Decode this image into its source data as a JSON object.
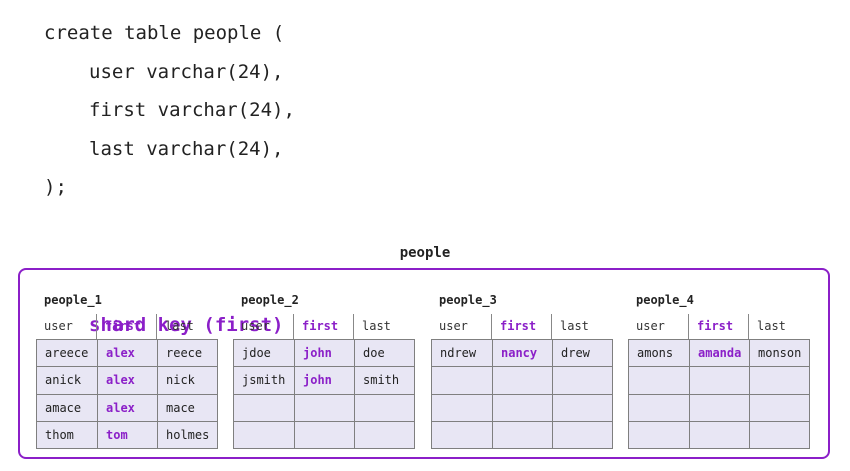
{
  "code": {
    "lines": [
      "create table people (",
      "user varchar(24),",
      "first varchar(24),",
      "last varchar(24),",
      "shard key (first)",
      ");"
    ]
  },
  "table_title": "people",
  "columns": [
    "user",
    "first",
    "last"
  ],
  "shards": [
    {
      "name": "people_1",
      "rows": [
        [
          "areece",
          "alex",
          "reece"
        ],
        [
          "anick",
          "alex",
          "nick"
        ],
        [
          "amace",
          "alex",
          "mace"
        ],
        [
          "thom",
          "tom",
          "holmes"
        ]
      ]
    },
    {
      "name": "people_2",
      "rows": [
        [
          "jdoe",
          "john",
          "doe"
        ],
        [
          "jsmith",
          "john",
          "smith"
        ],
        [
          "",
          "",
          ""
        ],
        [
          "",
          "",
          ""
        ]
      ]
    },
    {
      "name": "people_3",
      "rows": [
        [
          "ndrew",
          "nancy",
          "drew"
        ],
        [
          "",
          "",
          ""
        ],
        [
          "",
          "",
          ""
        ],
        [
          "",
          "",
          ""
        ]
      ]
    },
    {
      "name": "people_4",
      "rows": [
        [
          "amons",
          "amanda",
          "monson"
        ],
        [
          "",
          "",
          ""
        ],
        [
          "",
          "",
          ""
        ],
        [
          "",
          "",
          ""
        ]
      ]
    }
  ],
  "colors": {
    "accent": "#8b1fc8",
    "cell_bg": "#e8e6f4",
    "border": "#7f7f7f"
  }
}
